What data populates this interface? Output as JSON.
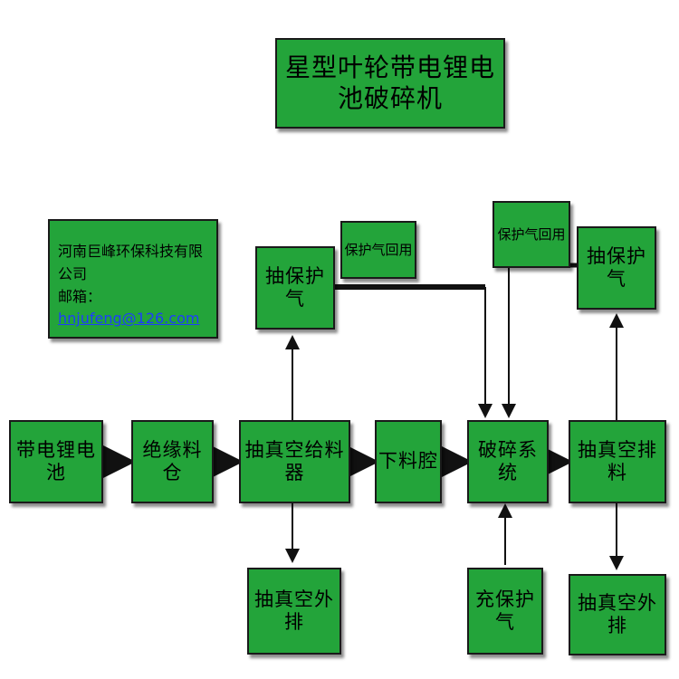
{
  "colors": {
    "box_fill": "#23a43a",
    "border": "#1a1a1a",
    "link": "#1e3cff"
  },
  "title": "星型叶轮带电锂电池破碎机",
  "company": {
    "name": "河南巨峰环保科技有限公司",
    "email_label": "邮箱：",
    "email": "hnjufeng@126.com"
  },
  "nodes": {
    "battery": "带电锂电池",
    "insulated_bin": "绝缘料仓",
    "vacuum_feeder": "抽真空给料器",
    "chute": "下料腔",
    "crushing": "破碎系统",
    "vacuum_discharge": "抽真空排料",
    "protect_gas_left": "抽保护气",
    "protect_gas_right": "抽保护气",
    "recycle_left": "保护气回用",
    "recycle_right": "保护气回用",
    "exhaust_left": "抽真空外排",
    "exhaust_right": "抽真空外排",
    "fill_gas": "充保护气"
  }
}
